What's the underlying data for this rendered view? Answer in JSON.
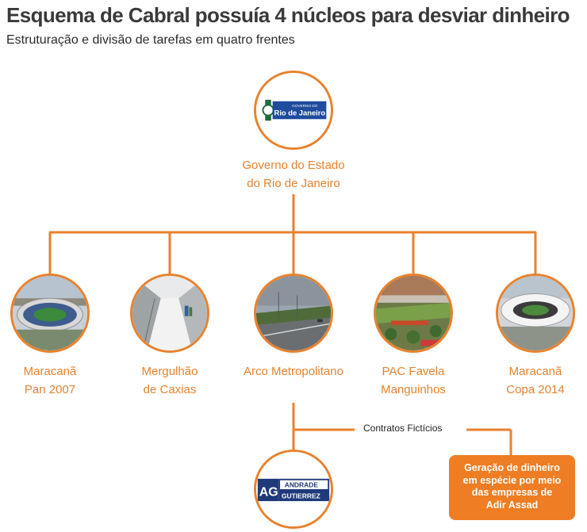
{
  "title": "Esquema de Cabral possuía 4 núcleos para desviar dinheiro",
  "subtitle": "Estruturação e divisão de tarefas em quatro frentes",
  "colors": {
    "accent": "#e8822e",
    "box": "#ee7d23",
    "title": "#3a3a3a"
  },
  "root": {
    "logo_small": "GOVERNO DO",
    "logo_big": "Rio de Janeiro",
    "label_line1": "Governo do Estado",
    "label_line2": "do Rio de Janeiro"
  },
  "nodes": [
    {
      "id": "maracana-pan",
      "line1": "Maracanã",
      "line2": "Pan 2007",
      "image": "stadium-photo"
    },
    {
      "id": "mergulhao",
      "line1": "Mergulhão",
      "line2": "de Caxias",
      "image": "underpass-photo"
    },
    {
      "id": "arco",
      "line1": "Arco Metropolitano",
      "line2": "",
      "image": "highway-photo"
    },
    {
      "id": "pac",
      "line1": "PAC Favela",
      "line2": "Manguinhos",
      "image": "favela-park-photo"
    },
    {
      "id": "maracana-copa",
      "line1": "Maracanã",
      "line2": "Copa 2014",
      "image": "stadium-photo"
    }
  ],
  "contracts_label": "Contratos Fictícios",
  "company": {
    "logo_mark": "AG",
    "line1": "ANDRADE",
    "line2": "GUTIERREZ"
  },
  "cash_box": {
    "line1": "Geração de dinheiro",
    "line2": "em espécie por meio",
    "line3": "das empresas de",
    "line4": "Adir Assad"
  }
}
